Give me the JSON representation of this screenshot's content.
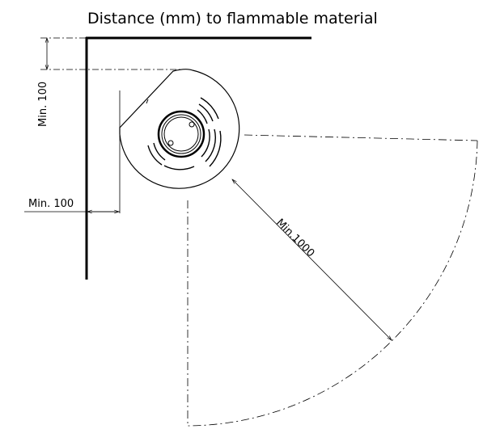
{
  "title": "Distance (mm) to flammable material",
  "dimensions": {
    "rear_clearance": "Min. 100",
    "side_clearance": "Min. 100",
    "front_radius": "Min.1000"
  },
  "colors": {
    "line": "#000000",
    "background": "#ffffff"
  }
}
